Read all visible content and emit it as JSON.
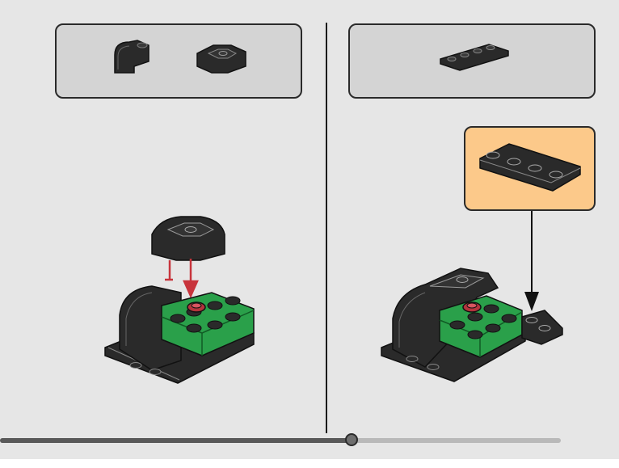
{
  "instructions": {
    "left_step": {
      "parts": [
        "curved-slope-brick",
        "corner-arch-brick"
      ]
    },
    "right_step": {
      "parts": [
        "plate-1x4"
      ],
      "callout_part": "plate-1x4"
    }
  },
  "player": {
    "progress": 0.627
  },
  "colors": {
    "page_bg": "#e6e6e6",
    "parts_box_bg": "#d4d4d4",
    "callout_bg": "#fcc98a",
    "brick_black": "#2a2a2a",
    "brick_green": "#2aa04a",
    "brick_red": "#b4343c",
    "arrow_red": "#c8343c"
  }
}
